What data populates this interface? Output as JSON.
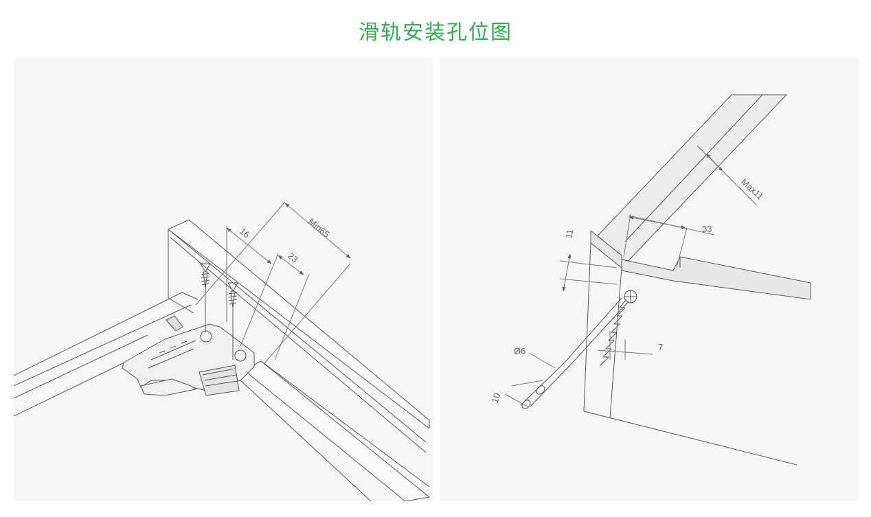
{
  "title": "滑轨安装孔位图",
  "colors": {
    "title": "#2bb24c",
    "line": "#555555",
    "panel": "#f6f6f6",
    "dim": "#666666"
  },
  "left_diagram": {
    "dims": {
      "min65": "Min65",
      "d16": "16",
      "d23": "23"
    }
  },
  "right_diagram": {
    "dims": {
      "max11": "Max11",
      "d33": "33",
      "d11": "11",
      "d7": "7",
      "phi6": "Ø6",
      "d10": "10"
    }
  }
}
